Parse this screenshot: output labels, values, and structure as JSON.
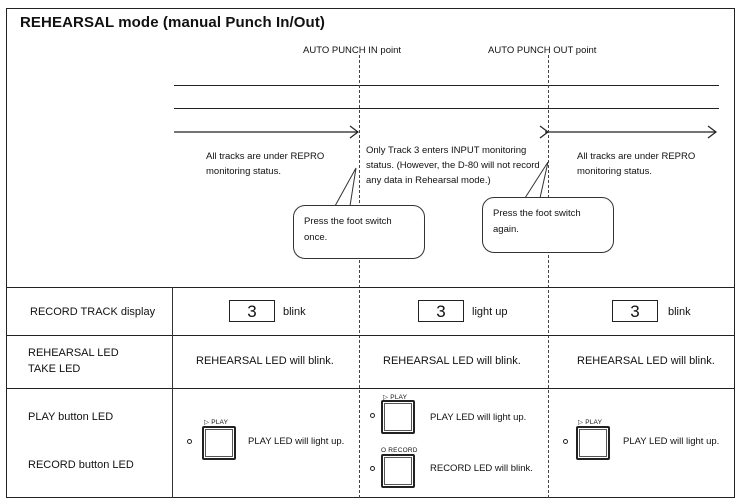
{
  "title": "REHEARSAL mode (manual Punch In/Out)",
  "points": {
    "punch_in": "AUTO PUNCH IN point",
    "punch_out": "AUTO PUNCH OUT point"
  },
  "status": {
    "left": [
      "All tracks are under REPRO",
      "monitoring status."
    ],
    "middle": [
      "Only Track 3 enters INPUT monitoring",
      "status. (However, the D-80 will not record",
      "any data in Rehearsal mode.)"
    ],
    "right": [
      "All tracks are under REPRO",
      "monitoring status."
    ]
  },
  "bubbles": {
    "first": [
      "Press the foot switch",
      "once."
    ],
    "second": [
      "Press the foot switch",
      "again."
    ]
  },
  "rows": {
    "record_track": "RECORD TRACK display",
    "rehearsal_led": "REHEARSAL LED",
    "take_led": "TAKE LED",
    "play_led": "PLAY button LED",
    "record_led": "RECORD button LED"
  },
  "track_display": [
    {
      "number": "3",
      "state": "blink"
    },
    {
      "number": "3",
      "state": "light up"
    },
    {
      "number": "3",
      "state": "blink"
    }
  ],
  "rehearsal_text": "REHEARSAL LED will blink.",
  "button_labels": {
    "play": "▷ PLAY",
    "record": "O RECORD"
  },
  "play_text": "PLAY LED will light up.",
  "record_text": "RECORD LED will blink."
}
